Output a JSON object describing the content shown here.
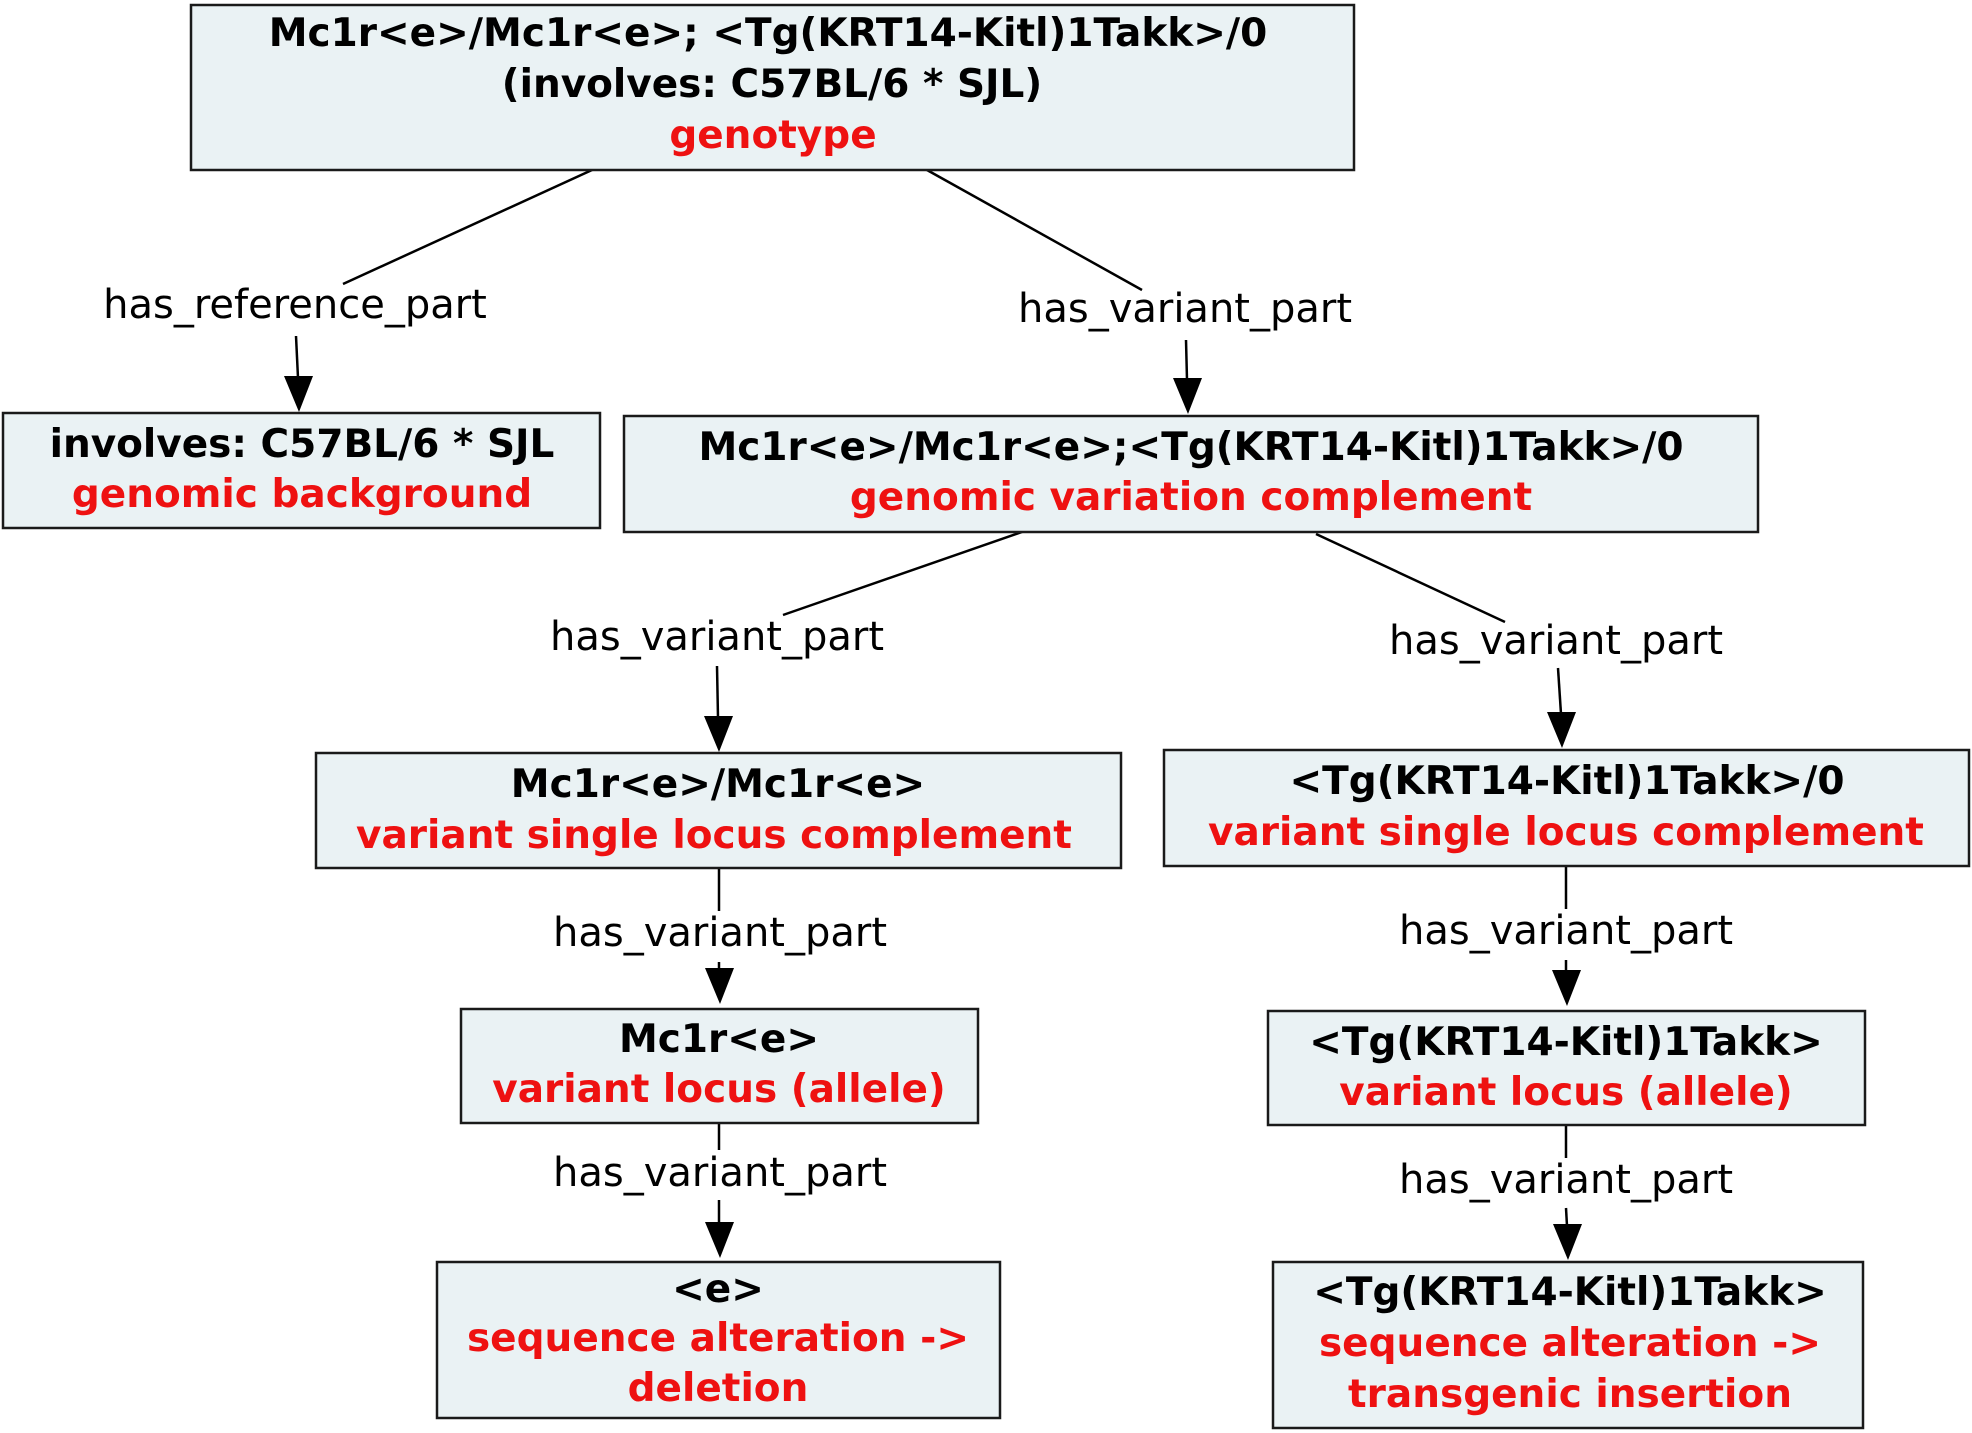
{
  "nodes": {
    "genotype": {
      "lines": [
        "Mc1r<e>/Mc1r<e>; <Tg(KRT14-Kitl)1Takk>/0",
        "(involves: C57BL/6 * SJL)"
      ],
      "type": [
        "genotype"
      ]
    },
    "background": {
      "lines": [
        "involves: C57BL/6 * SJL"
      ],
      "type": [
        "genomic background"
      ]
    },
    "gvc": {
      "lines": [
        "Mc1r<e>/Mc1r<e>;<Tg(KRT14-Kitl)1Takk>/0"
      ],
      "type": [
        "genomic variation complement"
      ]
    },
    "vslc_left": {
      "lines": [
        "Mc1r<e>/Mc1r<e>"
      ],
      "type": [
        "variant single locus complement"
      ]
    },
    "vslc_right": {
      "lines": [
        "<Tg(KRT14-Kitl)1Takk>/0"
      ],
      "type": [
        "variant single locus complement"
      ]
    },
    "allele_left": {
      "lines": [
        "Mc1r<e>"
      ],
      "type": [
        "variant locus (allele)"
      ]
    },
    "allele_right": {
      "lines": [
        "<Tg(KRT14-Kitl)1Takk>"
      ],
      "type": [
        "variant locus (allele)"
      ]
    },
    "seq_left": {
      "lines": [
        "<e>"
      ],
      "type": [
        "sequence alteration ->",
        "deletion"
      ]
    },
    "seq_right": {
      "lines": [
        "<Tg(KRT14-Kitl)1Takk>"
      ],
      "type": [
        "sequence alteration ->",
        "transgenic insertion"
      ]
    }
  },
  "edges": [
    {
      "from": "genotype",
      "to": "background",
      "label": "has_reference_part"
    },
    {
      "from": "genotype",
      "to": "gvc",
      "label": "has_variant_part"
    },
    {
      "from": "gvc",
      "to": "vslc_left",
      "label": "has_variant_part"
    },
    {
      "from": "gvc",
      "to": "vslc_right",
      "label": "has_variant_part"
    },
    {
      "from": "vslc_left",
      "to": "allele_left",
      "label": "has_variant_part"
    },
    {
      "from": "vslc_right",
      "to": "allele_right",
      "label": "has_variant_part"
    },
    {
      "from": "allele_left",
      "to": "seq_left",
      "label": "has_variant_part"
    },
    {
      "from": "allele_right",
      "to": "seq_right",
      "label": "has_variant_part"
    }
  ]
}
